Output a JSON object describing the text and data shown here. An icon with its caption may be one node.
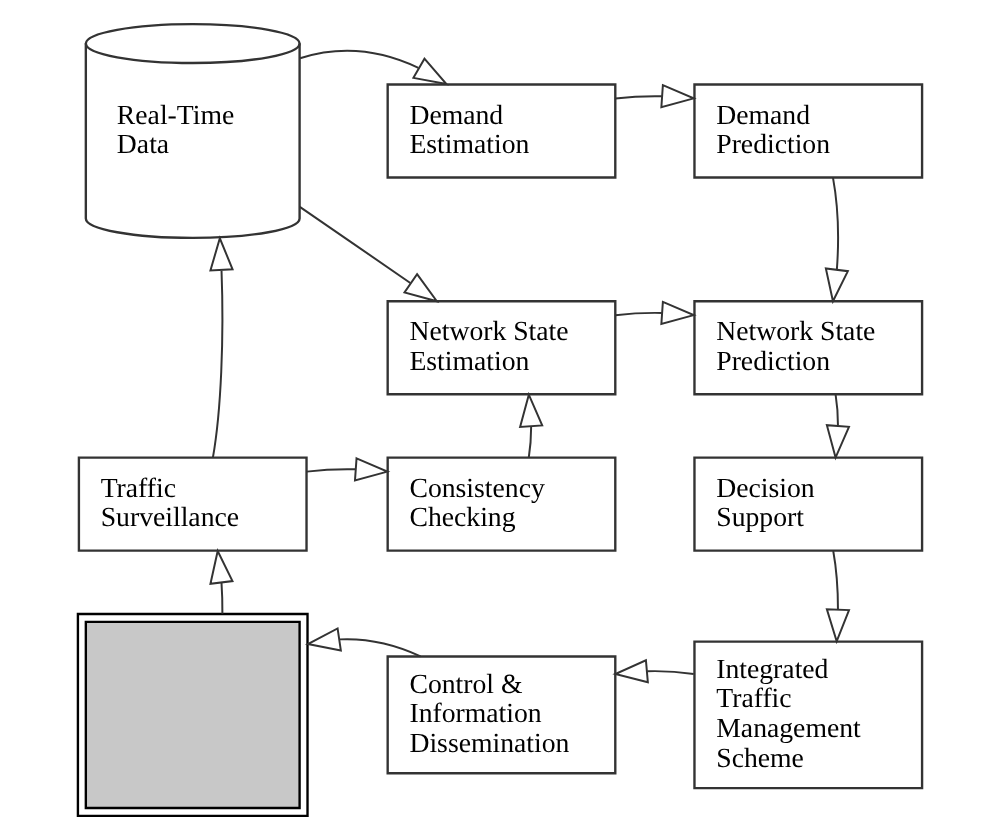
{
  "diagram": {
    "nodes": [
      {
        "text": [
          "Real-Time Data"
        ]
      },
      {
        "text": [
          "Demand Estimation"
        ]
      },
      {
        "text": [
          "Demand Prediction"
        ]
      },
      {
        "text": [
          "Network State Estimation"
        ]
      },
      {
        "text": [
          "Network State Prediction"
        ]
      },
      {
        "text": [
          "Traffic Surveillance"
        ]
      },
      {
        "text": [
          "Consistency Checking"
        ]
      },
      {
        "text": [
          "Decision Support"
        ]
      },
      {
        "text": [],
        "shape": "picture"
      },
      {
        "text": [
          "Control & Information Dissemination"
        ]
      },
      {
        "text": [
          "Integrated Traffic Management Scheme"
        ]
      }
    ],
    "edges": [
      {
        "from": 0,
        "to": 1,
        "arrow": "to"
      },
      {
        "from": 0,
        "to": 3,
        "arrow": "to"
      },
      {
        "from": 1,
        "to": 2,
        "arrow": "to"
      },
      {
        "from": 2,
        "to": 4,
        "arrow": "to"
      },
      {
        "from": 3,
        "to": 4,
        "arrow": "to"
      },
      {
        "from": 6,
        "to": 3,
        "arrow": "to"
      },
      {
        "from": 5,
        "to": 6,
        "arrow": "to"
      },
      {
        "from": 5,
        "to": 0,
        "arrow": "to"
      },
      {
        "from": 4,
        "to": 7,
        "arrow": "to"
      },
      {
        "from": 7,
        "to": 10,
        "arrow": "to"
      },
      {
        "from": 10,
        "to": 9,
        "arrow": "to"
      },
      {
        "from": 9,
        "to": 8,
        "arrow": "to"
      },
      {
        "from": 8,
        "to": 5,
        "arrow": "to"
      }
    ]
  }
}
